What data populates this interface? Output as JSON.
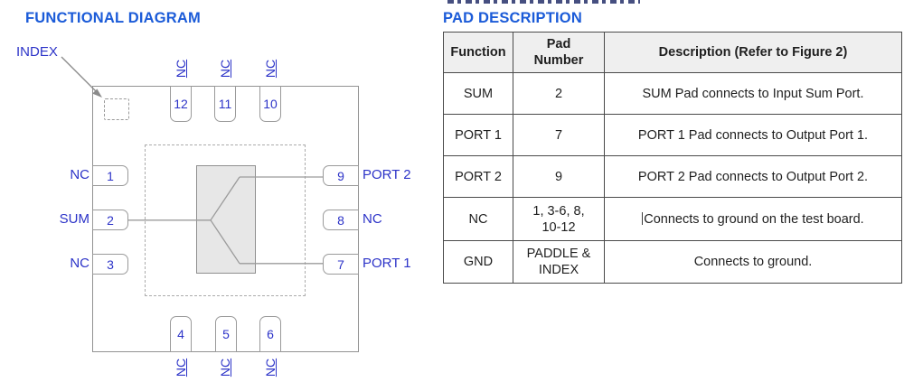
{
  "functional_diagram": {
    "title": "FUNCTIONAL DIAGRAM",
    "index_label": "INDEX",
    "top_pins": [
      {
        "number": "12",
        "label": "NC"
      },
      {
        "number": "11",
        "label": "NC"
      },
      {
        "number": "10",
        "label": "NC"
      }
    ],
    "bottom_pins": [
      {
        "number": "4",
        "label": "NC"
      },
      {
        "number": "5",
        "label": "NC"
      },
      {
        "number": "6",
        "label": "NC"
      }
    ],
    "left_pins": [
      {
        "number": "1",
        "label": "NC"
      },
      {
        "number": "2",
        "label": "SUM"
      },
      {
        "number": "3",
        "label": "NC"
      }
    ],
    "right_pins": [
      {
        "number": "9",
        "label": "PORT 2"
      },
      {
        "number": "8",
        "label": "NC"
      },
      {
        "number": "7",
        "label": "PORT 1"
      }
    ]
  },
  "pad_table": {
    "title": "PAD DESCRIPTION",
    "columns": [
      "Function",
      "Pad\nNumber",
      "Description (Refer to Figure 2)"
    ],
    "rows": [
      {
        "function": "SUM",
        "pad": "2",
        "description": "SUM Pad connects to Input Sum Port."
      },
      {
        "function": "PORT 1",
        "pad": "7",
        "description": "PORT 1 Pad connects to Output Port 1."
      },
      {
        "function": "PORT 2",
        "pad": "9",
        "description": "PORT 2 Pad connects to Output Port 2."
      },
      {
        "function": "NC",
        "pad": "1, 3-6, 8,\n10-12",
        "description": "Connects to ground on the test board."
      },
      {
        "function": "GND",
        "pad": "PADDLE &\nINDEX",
        "description": "Connects to ground."
      }
    ]
  },
  "colors": {
    "heading_blue": "#1b5bd8",
    "label_blue": "#2c33c8",
    "line_gray": "#999999",
    "module_fill": "#e7e7e7",
    "table_border": "#4a4a4a",
    "header_bg": "#efefef"
  }
}
